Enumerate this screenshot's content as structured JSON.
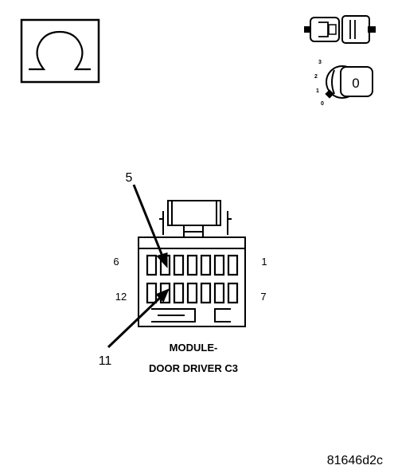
{
  "ohmmeter_symbol": "Ω",
  "ignition_key": {
    "positions": [
      "3",
      "2",
      "1",
      "0"
    ],
    "key_label": "0"
  },
  "connector": {
    "callout_top": "5",
    "callout_bottom": "11",
    "pin_top_left": "6",
    "pin_top_right": "1",
    "pin_bottom_left": "12",
    "pin_bottom_right": "7",
    "title_line1": "MODULE-",
    "title_line2": "DOOR DRIVER C3"
  },
  "figure_id": "81646d2c",
  "colors": {
    "ink": "#000000",
    "paper": "#ffffff"
  }
}
